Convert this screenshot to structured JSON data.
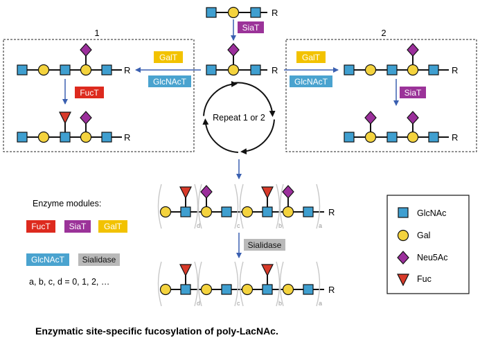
{
  "colors": {
    "glcnac": "#3f9fd0",
    "gal": "#f4d33e",
    "neu5ac": "#9b2f9b",
    "fuc": "#d83a2a",
    "arrow": "#3a5fb0",
    "fuct_bg": "#dd2a1e",
    "siat_bg": "#9b3399",
    "galt_bg": "#f2c200",
    "glcnact_bg": "#4aa3cf",
    "sialidase_bg": "#b9b9b9",
    "bracket": "#c8c8c8"
  },
  "reducing_end": "R",
  "enzymes": {
    "siat": "SiaT",
    "galt": "GalT",
    "glcnact": "GlcNAcT",
    "fuct": "FucT",
    "sialidase": "Sialidase"
  },
  "pathway_labels": {
    "path1": "1",
    "path2": "2"
  },
  "cycle_label": "Repeat 1 or 2",
  "repeat_indices": [
    "d",
    "c",
    "b",
    "a"
  ],
  "modules": {
    "title": "Enzyme modules:",
    "note": "a, b, c, d = 0, 1, 2, …"
  },
  "legend": {
    "items": [
      {
        "label": "GlcNAc",
        "icon": "blue-square-icon"
      },
      {
        "label": "Gal",
        "icon": "yellow-circle-icon"
      },
      {
        "label": "Neu5Ac",
        "icon": "purple-diamond-icon"
      },
      {
        "label": "Fuc",
        "icon": "red-triangle-icon"
      }
    ]
  },
  "caption": "Enzymatic site-specific fucosylation of poly-LacNAc."
}
